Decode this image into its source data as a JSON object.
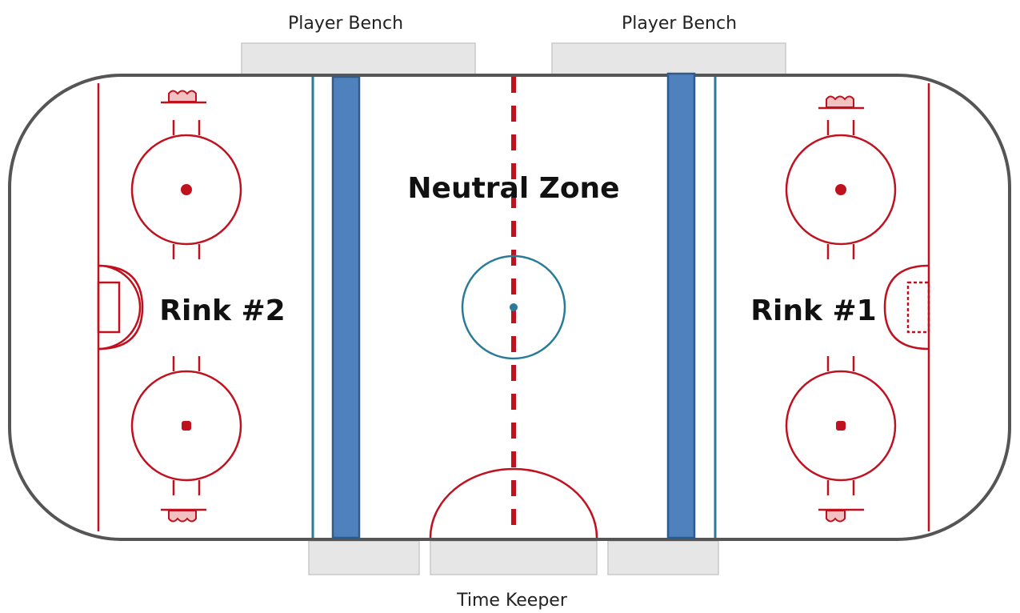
{
  "labels": {
    "bench_left": "Player Bench",
    "bench_right": "Player Bench",
    "time_keeper": "Time Keeper",
    "neutral_zone": "Neutral Zone",
    "rink_left": "Rink #2",
    "rink_right": "Rink #1"
  },
  "colors": {
    "boards": "#555555",
    "red_lines": "#c0111f",
    "blue_lines": "#4f81bd",
    "blue_line_border": "#2f5a8a",
    "thin_blue": "#2a7a9a",
    "bench_fill": "#e6e6e6",
    "bench_border": "#c8c8c8"
  }
}
